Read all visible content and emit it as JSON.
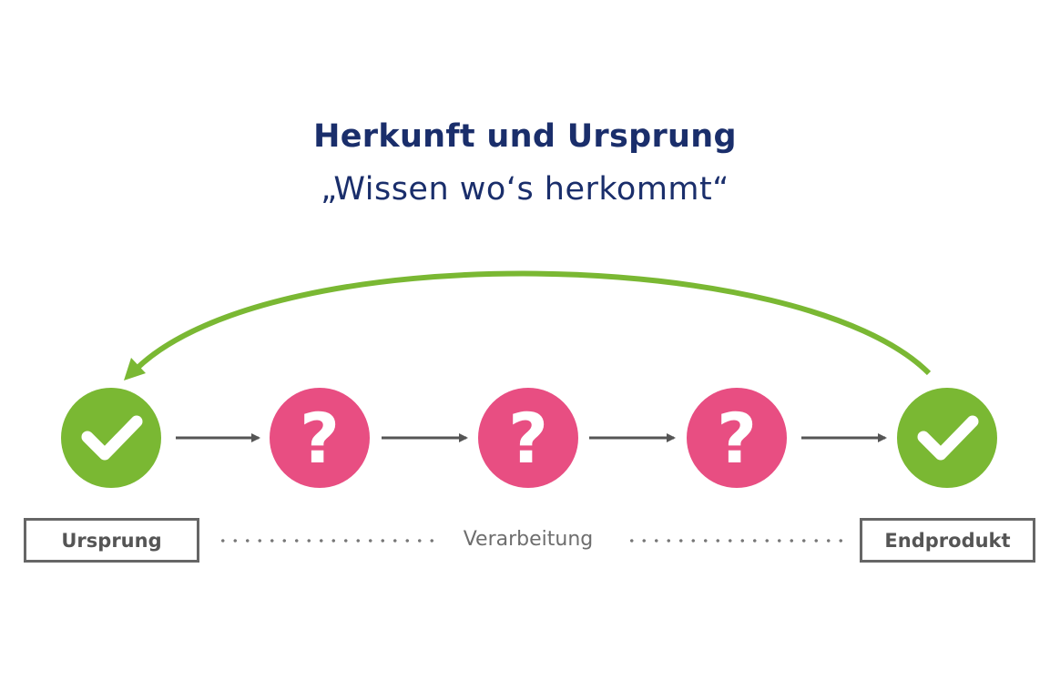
{
  "header": {
    "title": "Herkunft und Ursprung",
    "subtitle": "„Wissen wo‘s herkommt“"
  },
  "diagram": {
    "nodes": [
      {
        "id": "start",
        "status": "known",
        "icon": "check-icon"
      },
      {
        "id": "step-1",
        "status": "unknown",
        "icon": "question-mark-icon",
        "glyph": "?"
      },
      {
        "id": "step-2",
        "status": "unknown",
        "icon": "question-mark-icon",
        "glyph": "?"
      },
      {
        "id": "step-3",
        "status": "unknown",
        "icon": "question-mark-icon",
        "glyph": "?"
      },
      {
        "id": "end",
        "status": "known",
        "icon": "check-icon"
      }
    ],
    "labels": {
      "start": "Ursprung",
      "middle": "Verarbeitung",
      "end": "Endprodukt"
    },
    "colors": {
      "known": "#7ab833",
      "unknown": "#e84e82",
      "arc": "#7ab833",
      "arrow": "#555555",
      "title": "#1a2e6b"
    }
  }
}
